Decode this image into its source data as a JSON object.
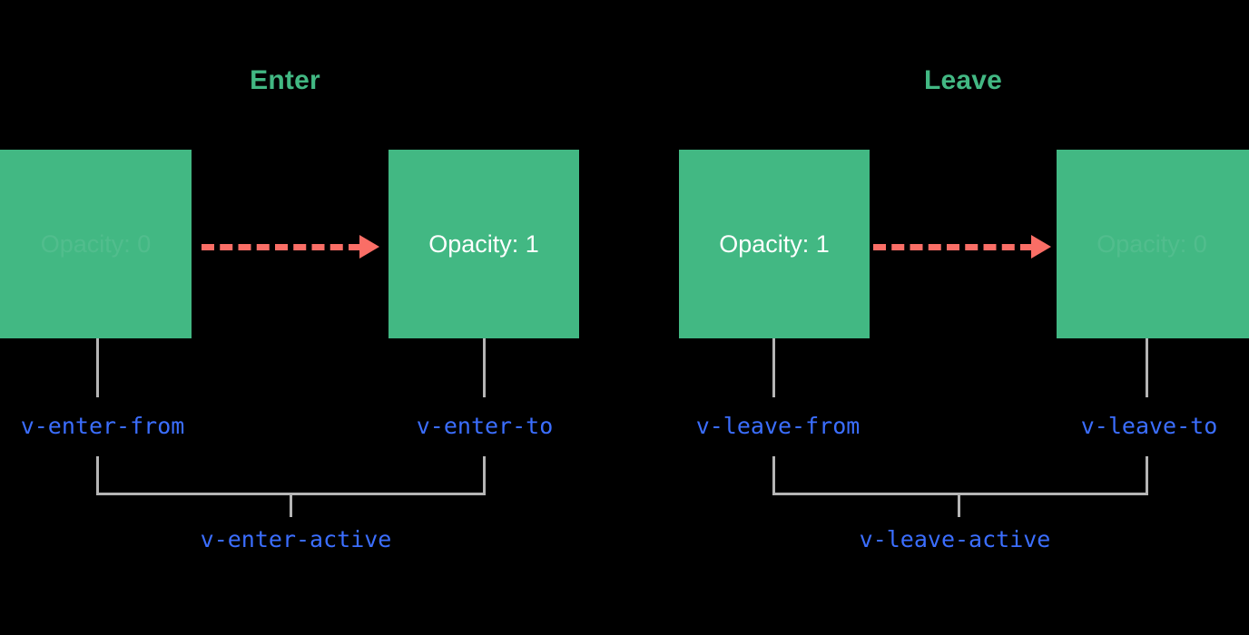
{
  "diagram": {
    "title": "Vue transition class lifecycle",
    "background_color": "#000000",
    "colors": {
      "box_green": "#42b883",
      "heading_green": "#42b883",
      "arrow_salmon": "#fa6e66",
      "connector_grey": "#b5b5b5",
      "class_blue": "#3b6eff",
      "box_text_white": "#ffffff"
    },
    "phases": [
      {
        "id": "enter",
        "label": "Enter"
      },
      {
        "id": "leave",
        "label": "Leave"
      }
    ],
    "boxes": [
      {
        "id": "enter-from-box",
        "opacity_label": "Opacity: 0",
        "visual_state": "faded"
      },
      {
        "id": "enter-to-box",
        "opacity_label": "Opacity: 1",
        "visual_state": "solid"
      },
      {
        "id": "leave-from-box",
        "opacity_label": "Opacity: 1",
        "visual_state": "solid"
      },
      {
        "id": "leave-to-box",
        "opacity_label": "Opacity: 0",
        "visual_state": "faded"
      }
    ],
    "class_labels": [
      {
        "id": "v-enter-from",
        "text": "v-enter-from"
      },
      {
        "id": "v-enter-to",
        "text": "v-enter-to"
      },
      {
        "id": "v-leave-from",
        "text": "v-leave-from"
      },
      {
        "id": "v-leave-to",
        "text": "v-leave-to"
      }
    ],
    "active_labels": [
      {
        "id": "v-enter-active",
        "text": "v-enter-active"
      },
      {
        "id": "v-leave-active",
        "text": "v-leave-active"
      }
    ],
    "arrows": [
      {
        "id": "enter-arrow",
        "style": "dashed",
        "direction": "right"
      },
      {
        "id": "leave-arrow",
        "style": "dashed",
        "direction": "right"
      }
    ]
  }
}
